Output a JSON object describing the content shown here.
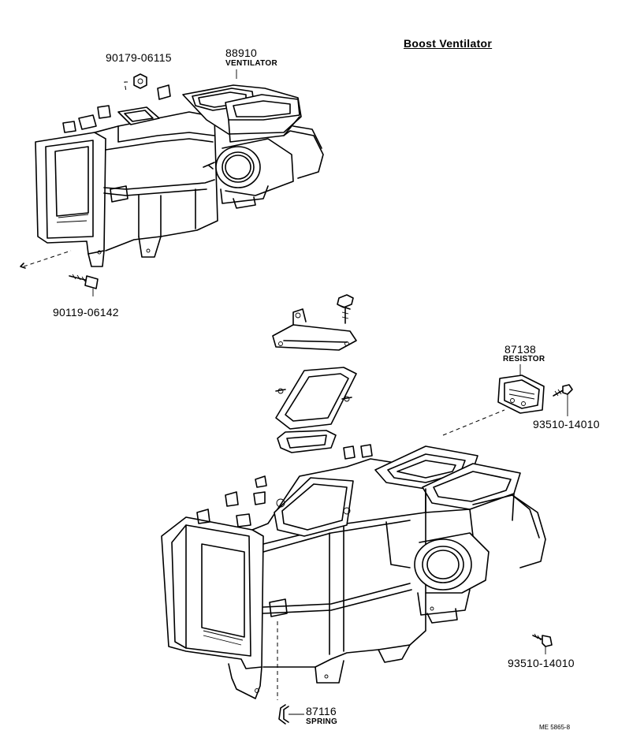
{
  "title": "Boost Ventilator",
  "labels": {
    "p90179": "90179-06115",
    "p88910": "88910",
    "n88910": "VENTILATOR",
    "p90119": "90119-06142",
    "p87138": "87138",
    "n87138": "RESISTOR",
    "p93510a": "93510-14010",
    "p93510b": "93510-14010",
    "p87116": "87116",
    "n87116": "SPRING"
  },
  "drawing_code": "ME 5865-8"
}
